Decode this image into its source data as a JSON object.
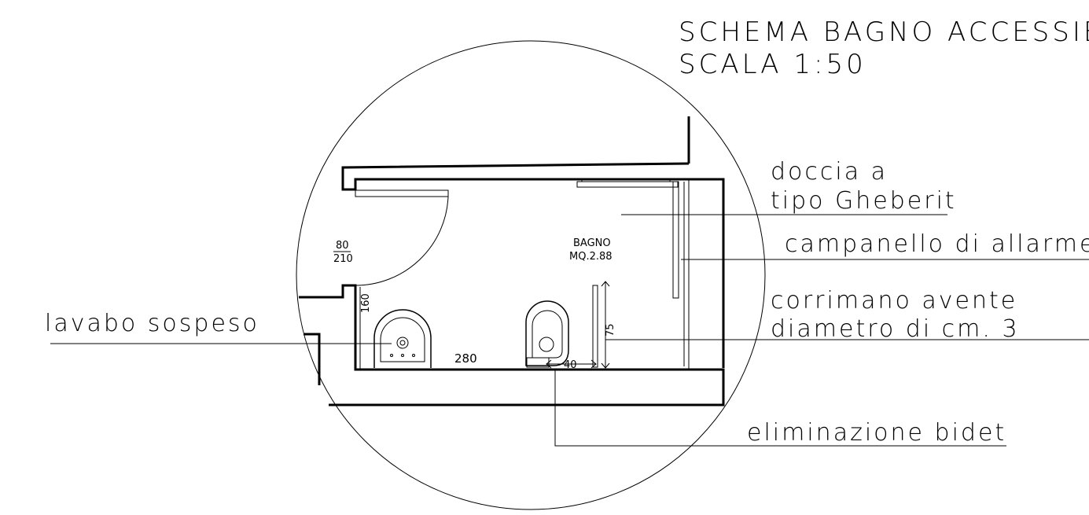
{
  "title": {
    "line1": "SCHEMA BAGNO ACCESSIBILE",
    "line2": "SCALA 1:50"
  },
  "labels": {
    "shower": [
      "doccia a",
      "tipo Gheberit"
    ],
    "alarm": "campanello di allarme",
    "handrail": [
      "corrimano avente",
      "diametro di cm. 3"
    ],
    "washbasin": "lavabo sospeso",
    "bidet_removal": "eliminazione bidet"
  },
  "room": {
    "name": "BAGNO",
    "area": "MQ.2.88"
  },
  "dimensions": {
    "door_width": "80",
    "door_height": "210",
    "side_clearance": "160",
    "room_length": "280",
    "wc_to_rail": "40",
    "rail_height": "75"
  }
}
